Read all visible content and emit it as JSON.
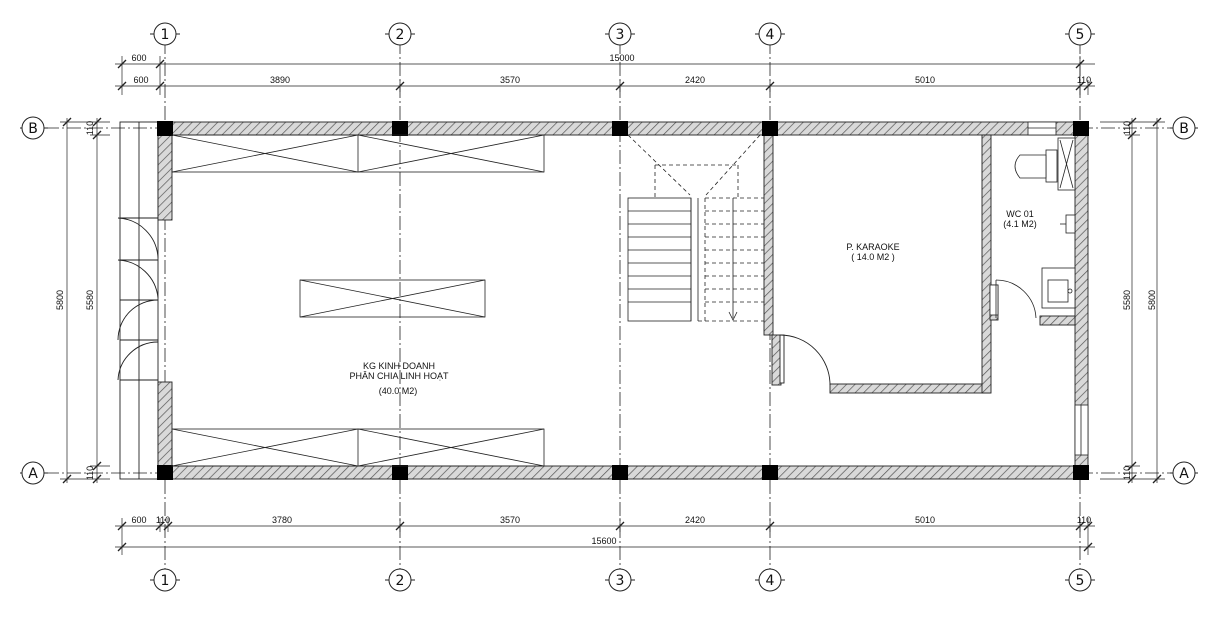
{
  "plan": {
    "axes_x": [
      "1",
      "2",
      "3",
      "4",
      "5"
    ],
    "axes_y": [
      "B",
      "A"
    ],
    "dims_top": {
      "total": "15000",
      "offset_left": "600",
      "segments": [
        "600",
        "3890",
        "3570",
        "2420",
        "5010",
        "110"
      ]
    },
    "dims_bottom": {
      "total": "15600",
      "segments": [
        "600",
        "110",
        "3780",
        "3570",
        "2420",
        "5010",
        "110"
      ]
    },
    "dims_left": {
      "outer": "5800",
      "inner": "5580",
      "wall_top": "110",
      "wall_bottom": "110"
    },
    "dims_right": {
      "outer": "5800",
      "inner": "5580",
      "wall_top": "110",
      "wall_bottom": "110"
    },
    "rooms": {
      "main_line1": "KG KINH DOANH",
      "main_line2": "PHÂN CHIA LINH HOẠT",
      "main_area": "(40.0 M2)",
      "karaoke_name": "P. KARAOKE",
      "karaoke_area": "( 14.0 M2 )",
      "wc_name": "WC 01",
      "wc_area": "(4.1 M2)"
    }
  }
}
